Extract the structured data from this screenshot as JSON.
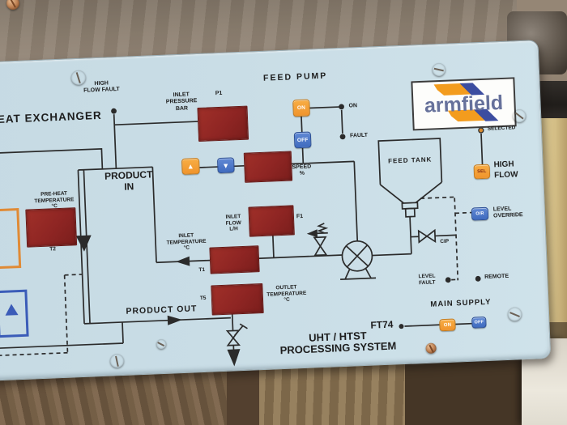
{
  "colors": {
    "panel": "#c9dde6",
    "display": "#8e2523",
    "orange": "#f0942c",
    "blue": "#3f6bbf",
    "line": "#2b2b2b",
    "logo_text": "#66719b",
    "ribbon_orange": "#f39c1e",
    "ribbon_blue": "#3c4da0"
  },
  "brand": {
    "name": "armfield"
  },
  "heat_exchanger": {
    "label": "EAT EXCHANGER"
  },
  "feed_pump": {
    "title": "FEED PUMP",
    "on": "ON",
    "off": "OFF",
    "on_indicator": "ON",
    "fault_indicator": "FAULT"
  },
  "speed": {
    "up": "▲",
    "down": "▼",
    "caption": [
      "SPEED",
      "%"
    ]
  },
  "displays": {
    "p1": {
      "tag": "P1",
      "caption": [
        "INLET",
        "PRESSURE",
        "BAR"
      ]
    },
    "f1": {
      "tag": "F1",
      "caption": [
        "INLET",
        "FLOW",
        "L/H"
      ]
    },
    "t1": {
      "tag": "T1",
      "caption": [
        "INLET",
        "TEMPERATURE",
        "°C"
      ]
    },
    "t2": {
      "tag": "T2",
      "caption": [
        "PRE-HEAT",
        "TEMPERATURE",
        "°C"
      ]
    },
    "t5": {
      "tag": "T5",
      "caption": [
        "OUTLET",
        "TEMPERATURE",
        "°C"
      ]
    }
  },
  "fault": {
    "high_flow": [
      "HIGH",
      "FLOW FAULT"
    ]
  },
  "selector": {
    "selected": "SELECTED",
    "sel": "SEL",
    "high_flow": [
      "HIGH",
      "FLOW"
    ]
  },
  "tank": {
    "label": "FEED TANK",
    "cip": "CIP"
  },
  "override": {
    "button": "O/R",
    "label": [
      "LEVEL",
      "OVERRIDE"
    ]
  },
  "status": {
    "level_fault": [
      "LEVEL",
      "FAULT"
    ],
    "remote": "REMOTE"
  },
  "flow_labels": {
    "product_in": [
      "PRODUCT",
      "IN"
    ],
    "product_out": "PRODUCT OUT"
  },
  "main_supply": {
    "title": "MAIN SUPPLY",
    "on": "ON",
    "off": "OFF"
  },
  "system": {
    "model": "FT74",
    "line2": "UHT / HTST",
    "line3": "PROCESSING SYSTEM"
  }
}
